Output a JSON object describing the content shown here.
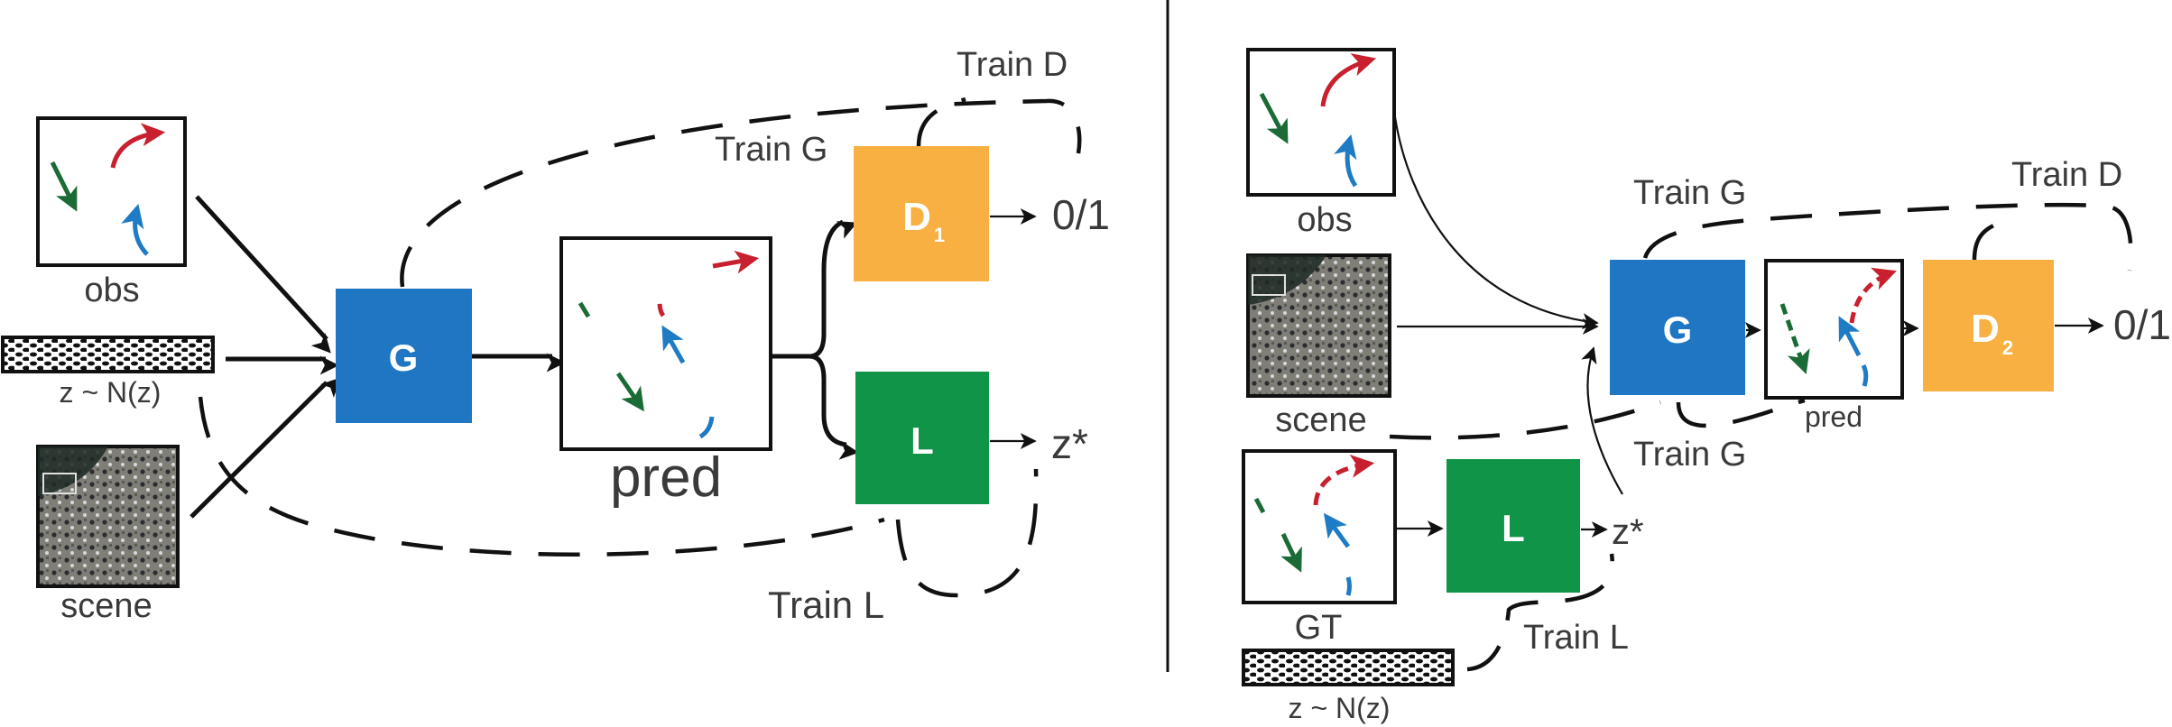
{
  "colors": {
    "generator": "#1f77c4",
    "discriminator": "#f9b042",
    "latent_encoder": "#109447",
    "trajectory_red": "#c8202e",
    "trajectory_green": "#1a6b35",
    "trajectory_blue": "#1e7bc4"
  },
  "left": {
    "obs_label": "obs",
    "noise_label": "z ~ N(z)",
    "scene_label": "scene",
    "generator_label": "G",
    "pred_label": "pred",
    "discriminator_label": "D",
    "discriminator_sub": "1",
    "latent_label": "L",
    "disc_output": "0/1",
    "latent_output": "z*",
    "train_g": "Train G",
    "train_d": "Train D",
    "train_l": "Train L"
  },
  "right": {
    "obs_label": "obs",
    "scene_label": "scene",
    "gt_label": "GT",
    "noise_label": "z ~ N(z)",
    "generator_label": "G",
    "pred_label": "pred",
    "discriminator_label": "D",
    "discriminator_sub": "2",
    "latent_label": "L",
    "disc_output": "0/1",
    "latent_output": "z*",
    "train_g_top": "Train G",
    "train_g_bottom": "Train G",
    "train_d": "Train D",
    "train_l": "Train L"
  }
}
